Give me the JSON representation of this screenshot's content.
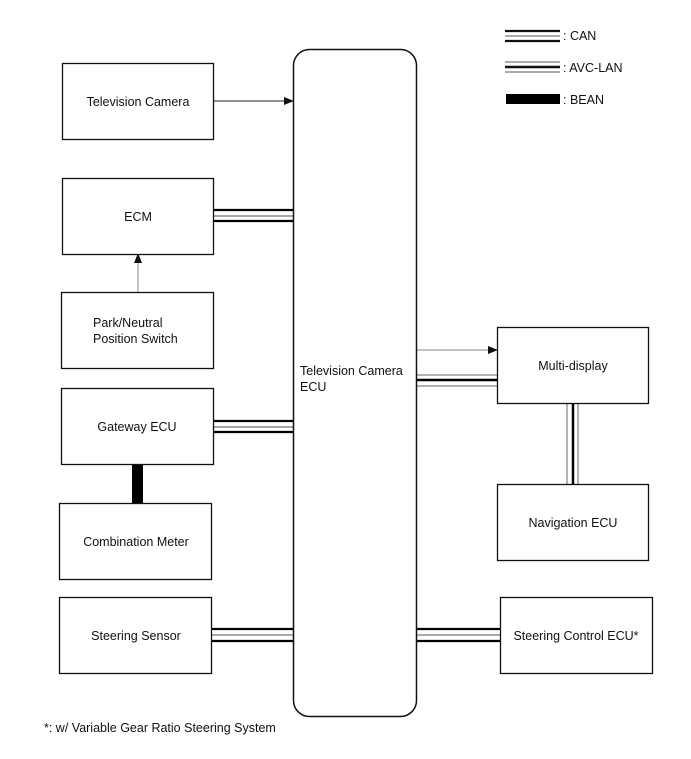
{
  "legend": [
    {
      "key": "can",
      "label": ": CAN"
    },
    {
      "key": "avc",
      "label": ": AVC-LAN"
    },
    {
      "key": "bean",
      "label": ": BEAN"
    }
  ],
  "center": {
    "label_lines": [
      "Television Camera",
      "ECU"
    ]
  },
  "components": {
    "tv_camera": {
      "label_lines": [
        "Television Camera"
      ]
    },
    "ecm": {
      "label_lines": [
        "ECM"
      ]
    },
    "park_neutral": {
      "label_lines": [
        "Park/Neutral",
        "Position Switch"
      ]
    },
    "gateway": {
      "label_lines": [
        "Gateway ECU"
      ]
    },
    "combination_meter": {
      "label_lines": [
        "Combination Meter"
      ]
    },
    "steering_sensor": {
      "label_lines": [
        "Steering Sensor"
      ]
    },
    "multi_display": {
      "label_lines": [
        "Multi-display"
      ]
    },
    "navigation": {
      "label_lines": [
        "Navigation ECU"
      ]
    },
    "steering_control": {
      "label_lines": [
        "Steering Control ECU*"
      ]
    }
  },
  "connections": [
    {
      "from": "tv_camera",
      "to": "center",
      "type": "signal-arrow"
    },
    {
      "from": "ecm",
      "to": "center",
      "type": "can"
    },
    {
      "from": "park_neutral",
      "to": "ecm",
      "type": "signal-arrow"
    },
    {
      "from": "gateway",
      "to": "center",
      "type": "can"
    },
    {
      "from": "gateway",
      "to": "combination_meter",
      "type": "bean"
    },
    {
      "from": "steering_sensor",
      "to": "center",
      "type": "can"
    },
    {
      "from": "center",
      "to": "multi_display",
      "type": "signal-arrow"
    },
    {
      "from": "center",
      "to": "multi_display",
      "type": "avc"
    },
    {
      "from": "multi_display",
      "to": "navigation",
      "type": "avc"
    },
    {
      "from": "center",
      "to": "steering_control",
      "type": "can"
    }
  ],
  "footnote": "*: w/ Variable Gear Ratio Steering System"
}
